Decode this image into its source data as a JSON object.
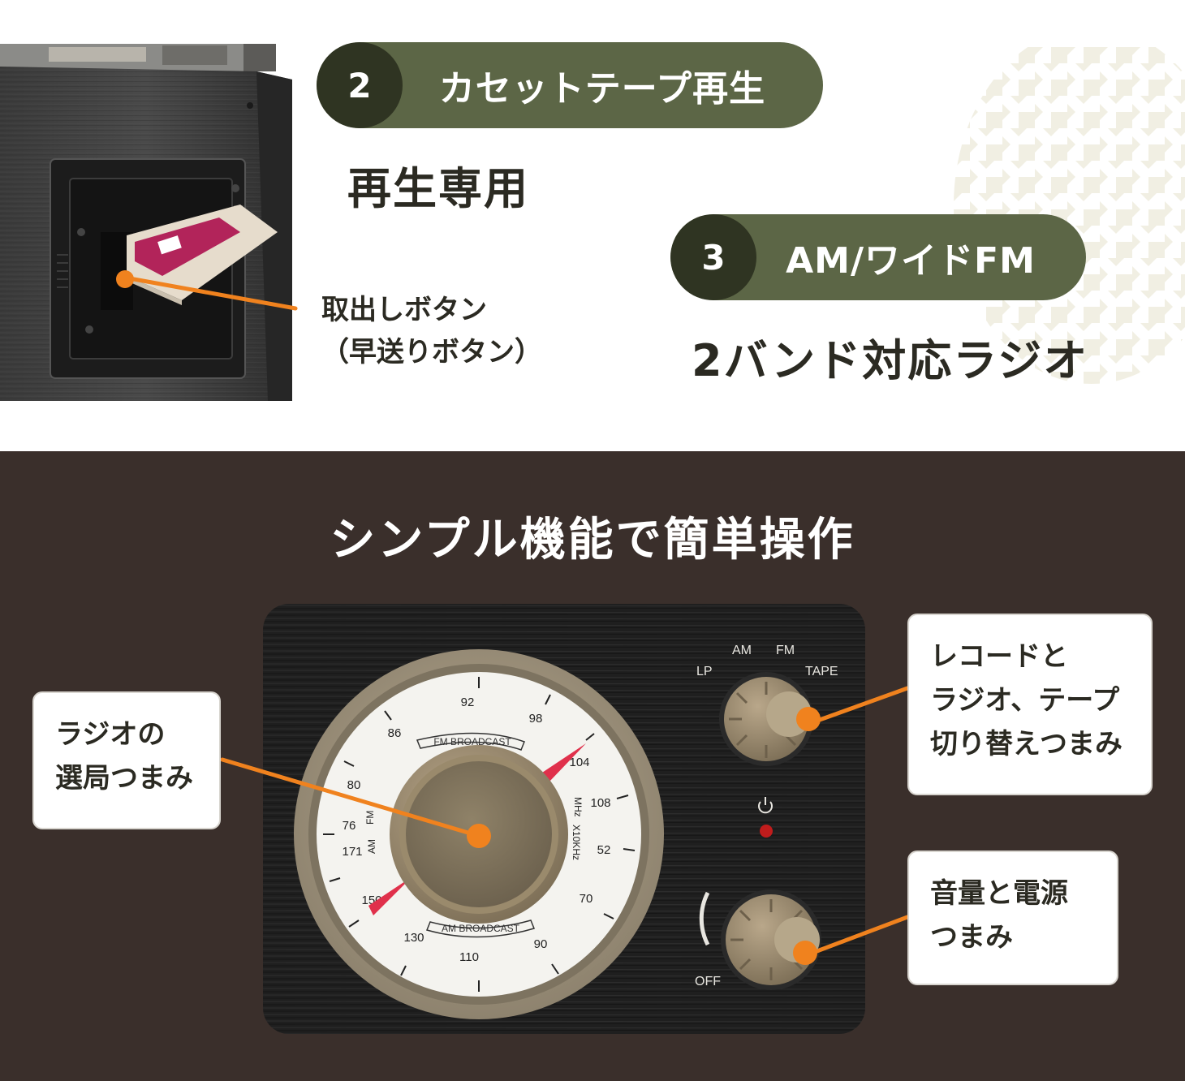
{
  "feature_2": {
    "number": "2",
    "title": "カセットテープ再生",
    "subtitle": "再生専用",
    "eject_label_line1": "取出しボタン",
    "eject_label_line2": "（早送りボタン）"
  },
  "feature_3": {
    "number": "3",
    "title": "AM/ワイドFM",
    "subtitle": "2バンド対応ラジオ"
  },
  "simple_section": {
    "title": "シンプル機能で簡単操作",
    "tuning_knob_line1": "ラジオの",
    "tuning_knob_line2": "選局つまみ",
    "selector_knob_line1": "レコードと",
    "selector_knob_line2": "ラジオ、テープ",
    "selector_knob_line3": "切り替えつまみ",
    "volume_knob_line1": "音量と電源",
    "volume_knob_line2": "つまみ"
  },
  "dial": {
    "fm_band_label": "FM BROADCAST",
    "am_band_label": "AM BROADCAST",
    "fm_unit": "MHz",
    "am_unit": "X10KHz",
    "fm_side": "FM",
    "am_side": "AM",
    "fm_ticks": [
      "76",
      "80",
      "86",
      "92",
      "98",
      "104",
      "108"
    ],
    "am_ticks": [
      "171",
      "150",
      "130",
      "110",
      "90",
      "70",
      "52"
    ]
  },
  "selector": {
    "lp": "LP",
    "am": "AM",
    "fm": "FM",
    "tape": "TAPE"
  },
  "volume": {
    "off": "OFF"
  },
  "colors": {
    "pill_green": "#5c6646",
    "pill_dark": "#2f3422",
    "bottom_bg": "#3a2f2b",
    "orange_accent": "#f0821e",
    "houndstooth": "#f1efe3"
  }
}
